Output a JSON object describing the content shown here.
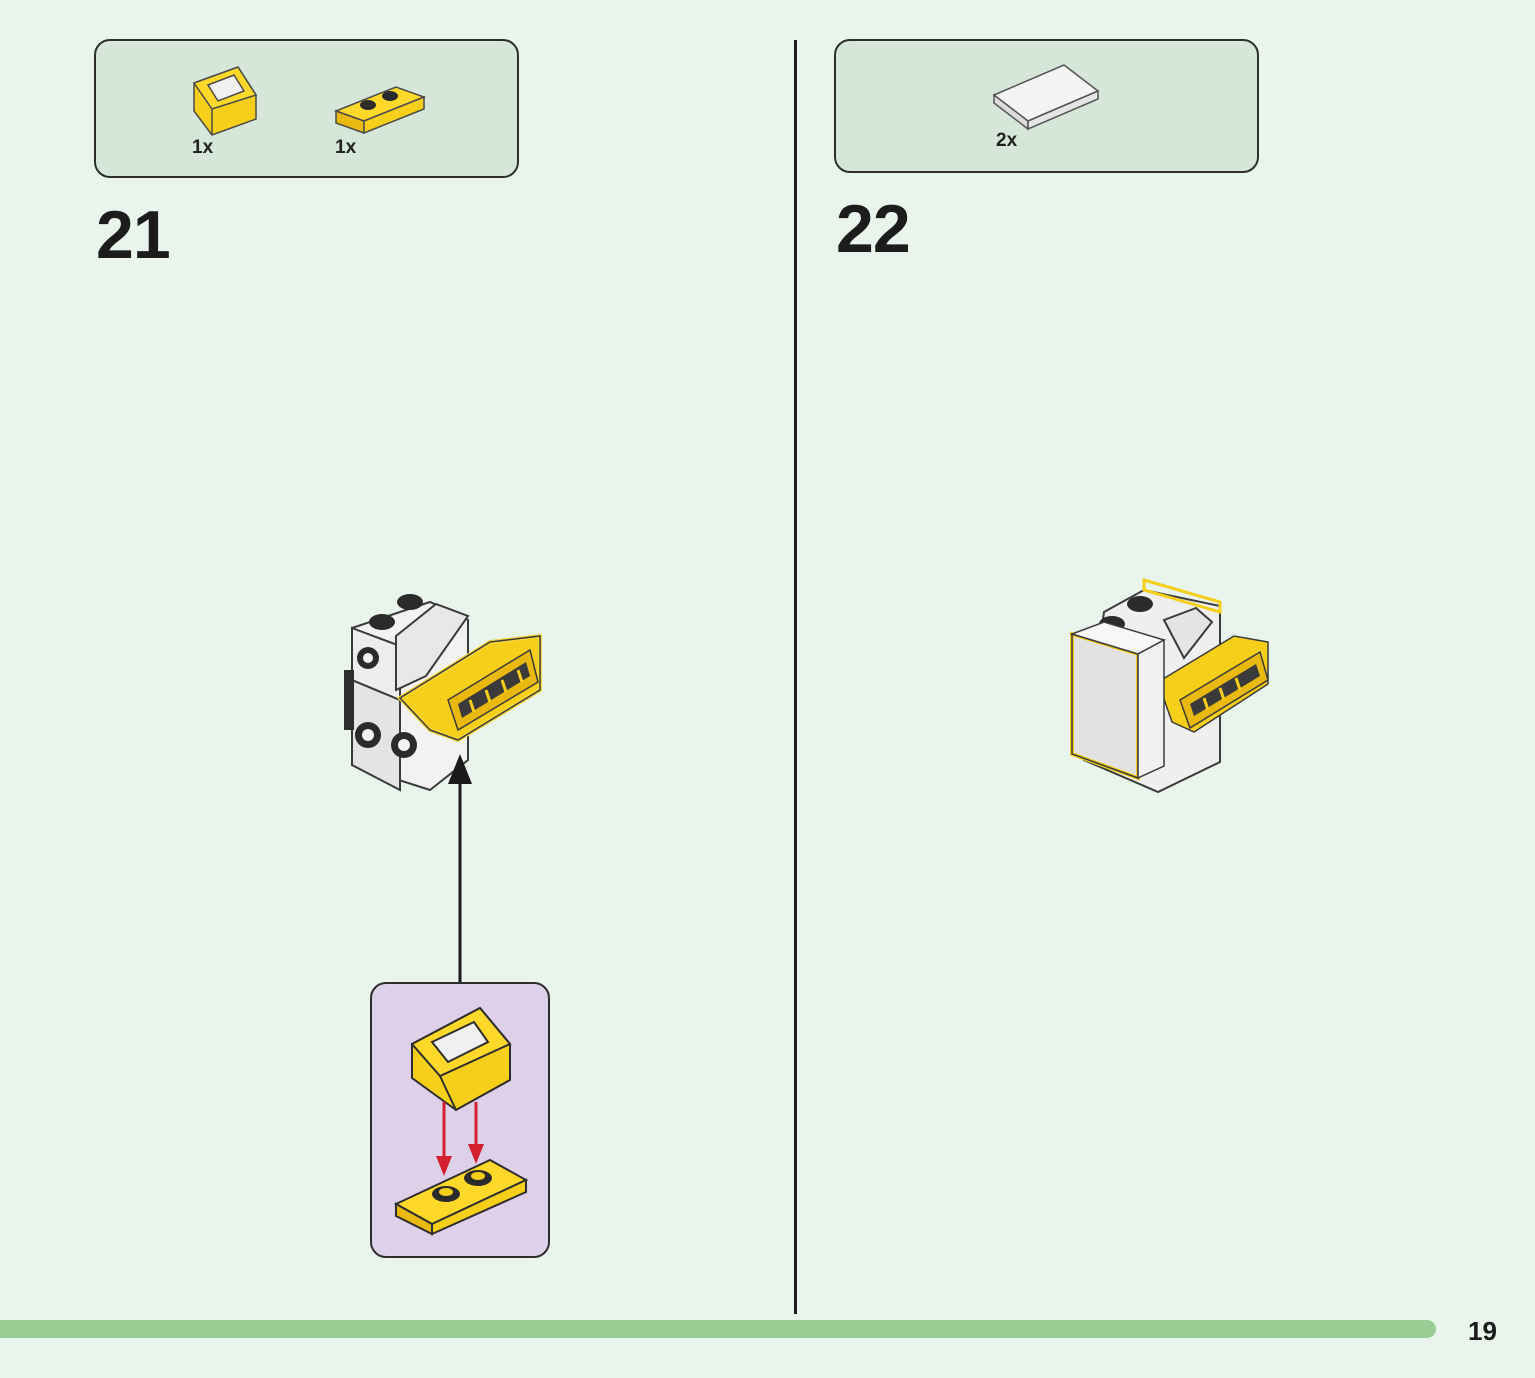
{
  "steps": [
    {
      "number": "21",
      "parts": [
        {
          "name": "yellow-handle-tile-icon",
          "qty": "1x"
        },
        {
          "name": "yellow-jumper-plate-icon",
          "qty": "1x"
        }
      ],
      "submodel": {
        "parts": [
          "yellow-handle-tile-icon",
          "yellow-jumper-plate-icon"
        ]
      }
    },
    {
      "number": "22",
      "parts": [
        {
          "name": "white-flat-tile-icon",
          "qty": "2x"
        }
      ]
    }
  ],
  "page_number": "19",
  "colors": {
    "background": "#e9f5ec",
    "parts_box": "#d6e6d9",
    "submodel_box": "#ddd0e8",
    "progress_bar": "#99cf94",
    "brick_yellow": "#f5cf1a",
    "brick_white": "#f2f2f2",
    "arrow_red": "#d3202f"
  }
}
